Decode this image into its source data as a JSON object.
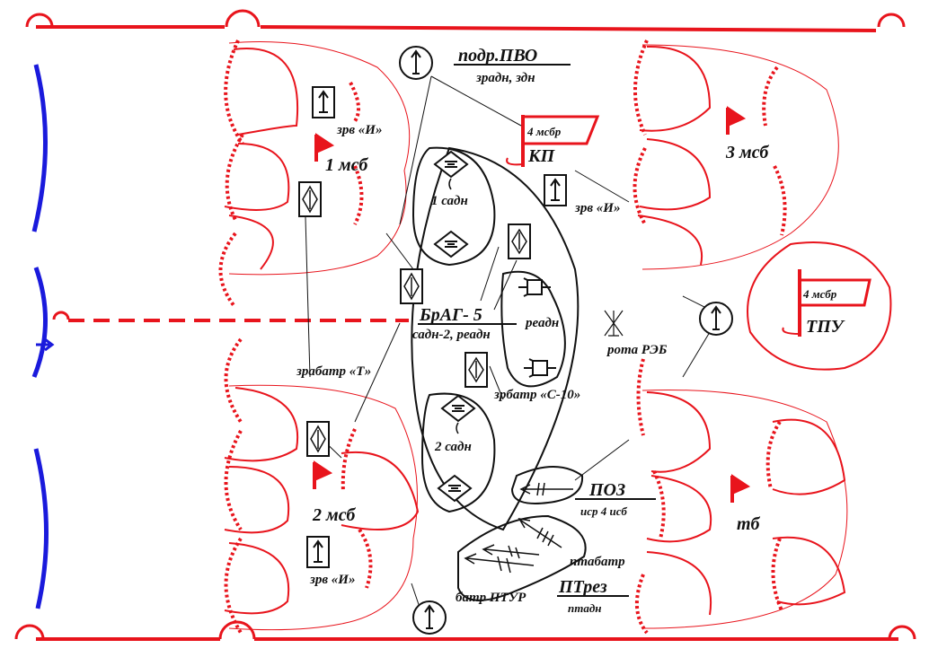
{
  "colors": {
    "enemy_red": "#e8141c",
    "friendly_blue": "#1a1adc",
    "ink": "#111111"
  },
  "labels": {
    "podr_pvo": "подр.ПВО",
    "zradn_zdn": "зрадн, здн",
    "zrv_i_top": "зрв «И»",
    "zrv_i_mid": "зрв «И»",
    "zrv_i_bottom": "зрв «И»",
    "msb1": "1 мсб",
    "msb2": "2 мсб",
    "msb3": "3 мсб",
    "tb": "тб",
    "sadn1": "1 садн",
    "sadn2": "2 садн",
    "brag": "БрАГ- 5",
    "brag_sub": "садн-2, реадн",
    "readn": "реадн",
    "zrbatr_t": "зрабатр «Т»",
    "zrbatr_s10": "зрбатр «С-10»",
    "rota_reb": "рота РЭБ",
    "kp_flag": "4 мсбр",
    "kp": "КП",
    "tpu_flag": "4 мсбр",
    "tpu": "ТПУ",
    "poz": "ПОЗ",
    "poz_sub": "иср 4 исб",
    "ptabatr": "птабатр",
    "ptrez": "ПТрез",
    "ptadn": "птадн",
    "batr_ptur": "батр ПТУР"
  },
  "icons": [
    "sam-launcher-icon",
    "radar-icon",
    "howitzer-icon",
    "rocket-launcher-icon",
    "ew-antenna-icon",
    "command-flag-icon",
    "atgm-icon"
  ]
}
